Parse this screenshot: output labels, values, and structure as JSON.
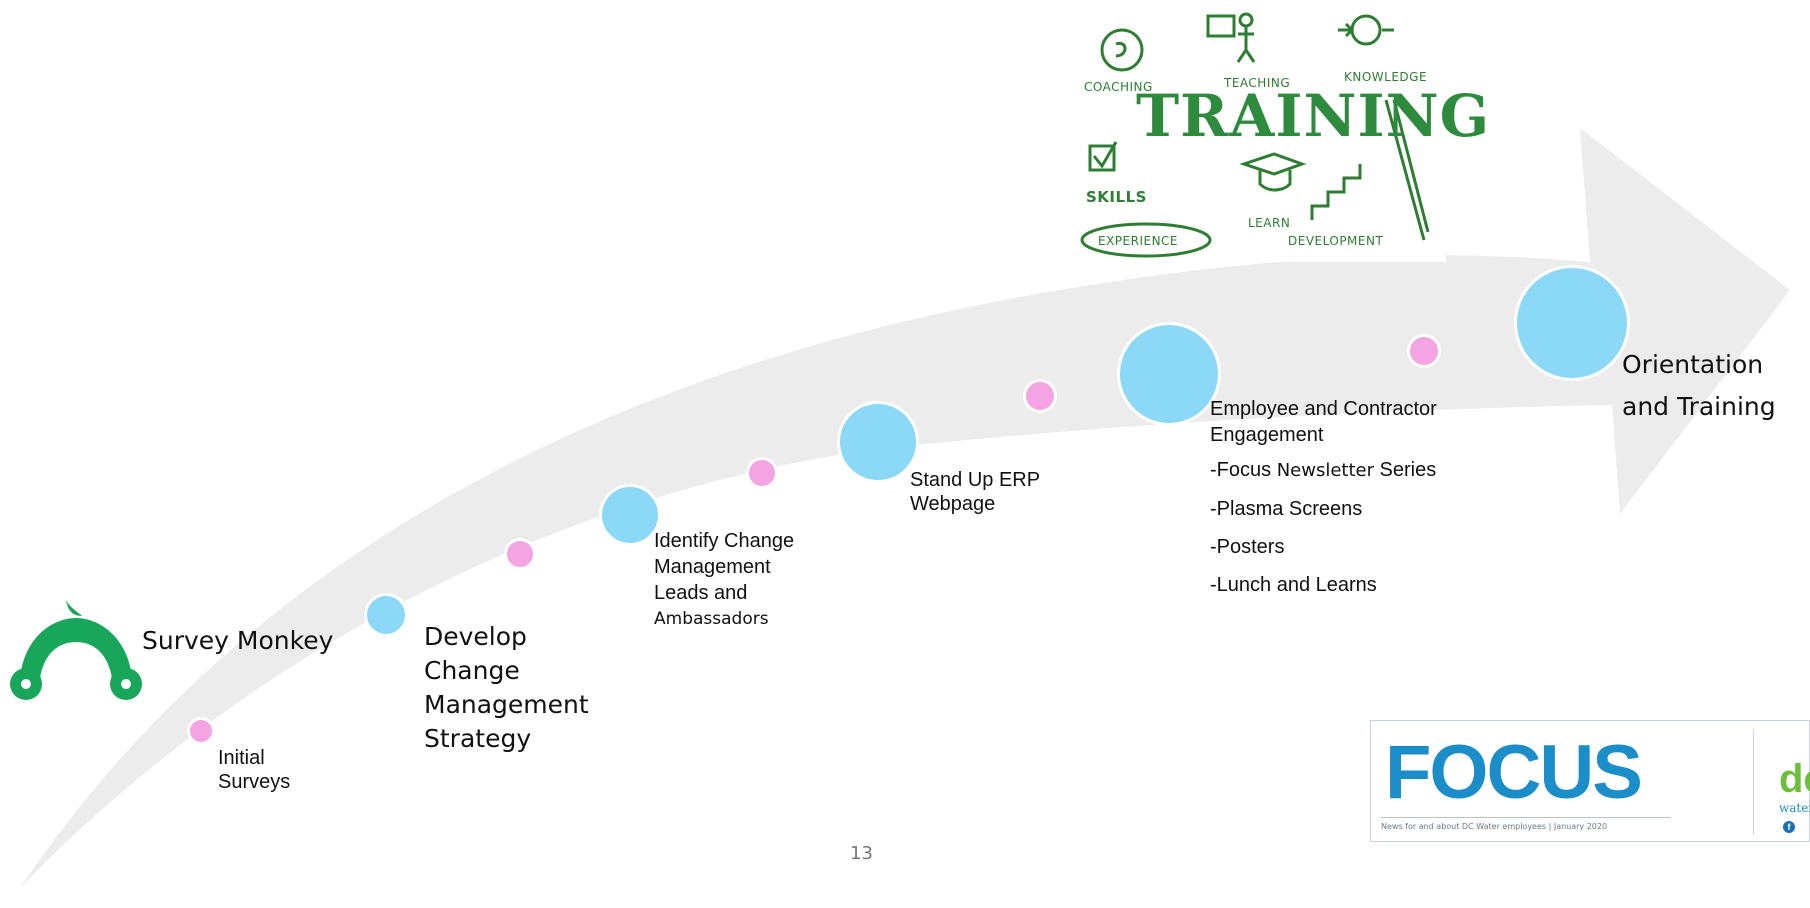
{
  "colors": {
    "arrow": "#ececec",
    "pink_dot": "#f4a3e3",
    "blue_dot": "#8cd8f7",
    "survey_monkey_green": "#17a65a",
    "training_green": "#2e8b3d",
    "focus_blue": "#1b8ec9"
  },
  "milestones": {
    "survey_monkey": "Survey Monkey",
    "initial_surveys": [
      "Initial",
      "Surveys"
    ],
    "develop_strategy": [
      "Develop",
      "Change",
      "Management",
      "Strategy"
    ],
    "identify_leads": [
      "Identify Change",
      "Management",
      "Leads and"
    ],
    "identify_leads_small": "Ambassadors",
    "stand_up_erp": [
      "Stand Up ERP",
      "Webpage"
    ],
    "employee_engagement": [
      "Employee and Contractor",
      "Engagement"
    ],
    "engagement_items": {
      "focus_prefix": "-Focus ",
      "focus_small": "Newsletter",
      "focus_suffix": " Series",
      "plasma": "-Plasma Screens",
      "posters": "-Posters",
      "lunch": "-Lunch and Learns"
    },
    "orientation": [
      "Orientation",
      "and Training"
    ]
  },
  "training_image": {
    "title": "TRAINING",
    "words": {
      "coaching": "COACHING",
      "teaching": "TEACHING",
      "knowledge": "KNOWLEDGE",
      "skills": "SKILLS",
      "learn": "LEARN",
      "experience": "EXPERIENCE",
      "development": "DEVELOPMENT"
    }
  },
  "focus_logo": {
    "word": "FOCUS",
    "tagline": "News for and about DC Water employees | January 2020",
    "dc": "dc",
    "dc_sub": "water",
    "social_icon": "f"
  },
  "page_number": "13"
}
